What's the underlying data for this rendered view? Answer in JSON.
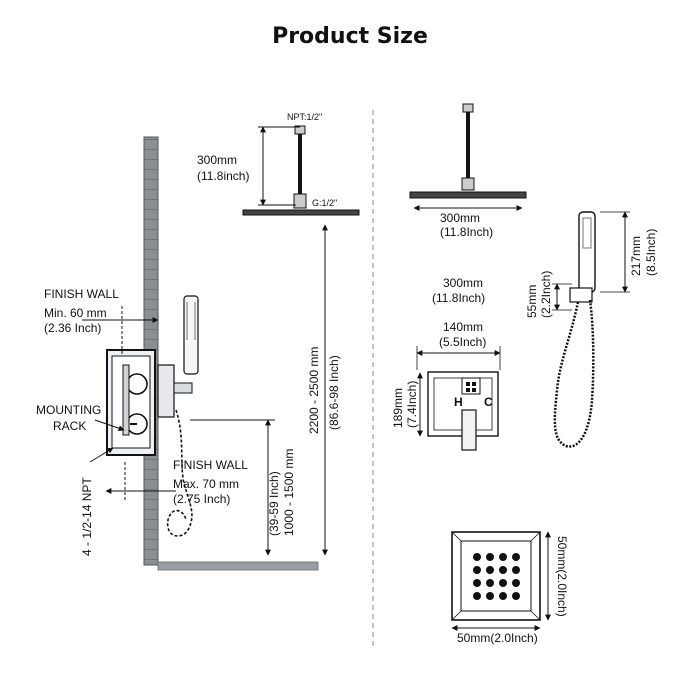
{
  "title": "Product Size",
  "left": {
    "npt_top": "NPT:1/2\"",
    "g_thread": "G:1/2\"",
    "arm_length": "300mm",
    "arm_length_in": "(11.8inch)",
    "finish_wall_label": "FINISH   WALL",
    "min_depth": "Min. 60 mm",
    "min_depth_in": "(2.36 Inch)",
    "mounting_rack": "MOUNTING",
    "mounting_rack_2": "RACK",
    "finish_wall_2": "FINISH  WALL",
    "max_depth": "Max. 70 mm",
    "max_depth_in": "(2.75 Inch)",
    "npt_side": "4 - 1/2-14 NPT",
    "height_valve": "1000 - 1500 mm",
    "height_valve_in": "(39-59 Inch)",
    "height_head": "2200 - 2500 mm",
    "height_head_in": "(86.6-98 Inch)"
  },
  "right": {
    "head_width": "300mm",
    "head_width_in": "(11.8Inch)",
    "plate_arm": "300mm",
    "plate_arm_in": "(11.8Inch)",
    "plate_width": "140mm",
    "plate_width_in": "(5.5Inch)",
    "plate_height": "189mm",
    "plate_height_in": "(7.4Inch)",
    "holder_height": "55mm",
    "holder_height_in": "(2.2Inch)",
    "handheld_length": "217mm",
    "handheld_length_in": "(8.5Inch)",
    "hot_label": "H",
    "cold_label": "C",
    "drain_height": "50mm(2.0Inch)",
    "drain_width": "50mm(2.0Inch)"
  }
}
